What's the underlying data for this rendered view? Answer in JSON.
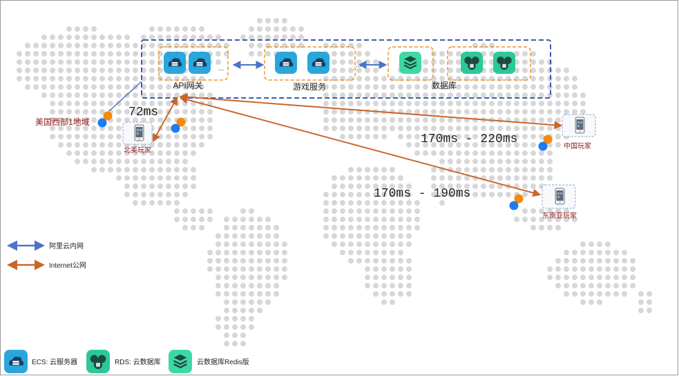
{
  "labels": {
    "region_us_west": "美国西部1地域",
    "api_gateway": "API网关",
    "game_service": "游戏服务",
    "database": "数据库",
    "ellipsis": "...",
    "north_america_player": "北美玩家",
    "china_player": "中国玩家",
    "sea_player": "东南亚玩家"
  },
  "latency": {
    "north_america": "72ms",
    "china": "170ms - 220ms",
    "southeast_asia": "170ms - 190ms"
  },
  "legend": {
    "aliyun_intranet": "阿里云内网",
    "internet_public": "Internet公网"
  },
  "bottom_legend": {
    "ecs": "ECS: 云服务器",
    "rds": "RDS: 云数据库",
    "redis": "云数据库Redis版"
  },
  "colors": {
    "intranet_arrow": "#4a74c8",
    "internet_arrow": "#c8662a",
    "ecs_icon": "#2aa6dc",
    "rds_icon": "#2cc89b",
    "redis_icon": "#3ed8a6",
    "region_box": "#3c5aa8",
    "service_box": "#e8962e",
    "player_label": "#8b1a1a",
    "map_dot": "#d7d7d7",
    "marker_orange": "#f58a0c",
    "marker_blue": "#1e7cf0"
  }
}
